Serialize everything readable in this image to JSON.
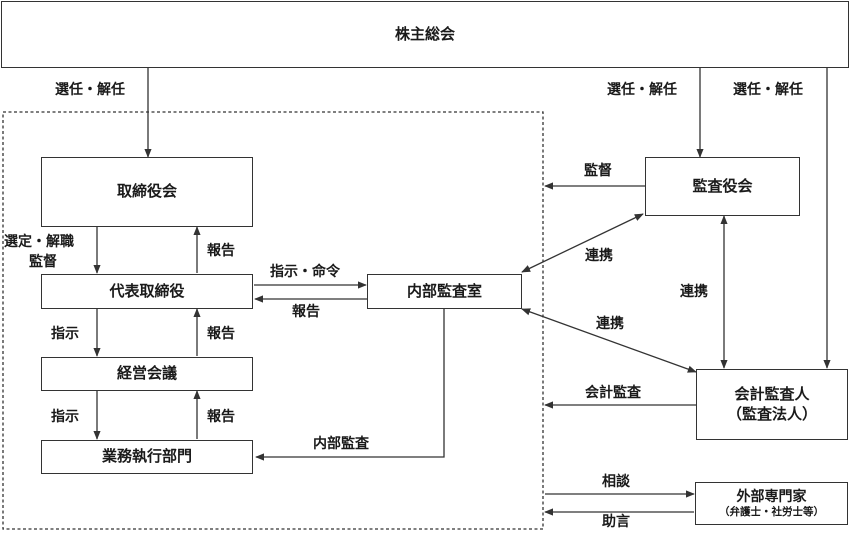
{
  "nodes": {
    "shareholders": "株主総会",
    "board": "取締役会",
    "ceo": "代表取締役",
    "mgmt": "経営会議",
    "ops": "業務執行部門",
    "audit_office": "内部監査室",
    "auditors": "監査役会",
    "accounting_auditor_line1": "会計監査人",
    "accounting_auditor_line2": "（監査法人）",
    "experts_line1": "外部専門家",
    "experts_line2": "（弁護士・社労士等）"
  },
  "labels": {
    "elect_board": "選任・解任",
    "elect_auditors": "選任・解任",
    "elect_accounting": "選任・解任",
    "board_to_ceo_line1": "選定・解職",
    "board_to_ceo_line2": "監督",
    "ceo_to_board": "報告",
    "ceo_to_mgmt": "指示",
    "mgmt_to_ceo": "報告",
    "mgmt_to_ops": "指示",
    "ops_to_mgmt": "報告",
    "ceo_to_audit": "指示・命令",
    "audit_to_ceo": "報告",
    "internal_audit": "内部監査",
    "supervision": "監督",
    "coord_auditors_office": "連携",
    "coord_auditors_accounting": "連携",
    "coord_office_accounting": "連携",
    "accounting_audit": "会計監査",
    "consult": "相談",
    "advice": "助言"
  }
}
